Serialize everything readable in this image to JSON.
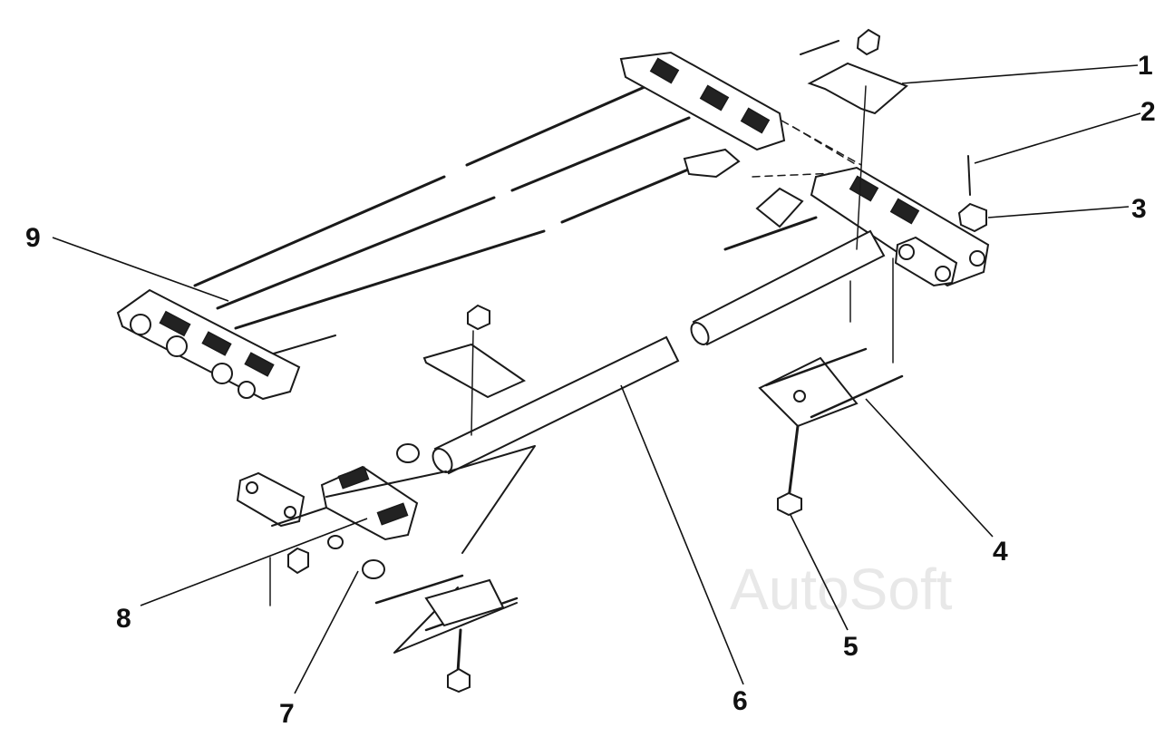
{
  "callouts": [
    {
      "id": "1",
      "label": "1"
    },
    {
      "id": "2",
      "label": "2"
    },
    {
      "id": "3",
      "label": "3"
    },
    {
      "id": "4",
      "label": "4"
    },
    {
      "id": "5",
      "label": "5"
    },
    {
      "id": "6",
      "label": "6"
    },
    {
      "id": "7",
      "label": "7"
    },
    {
      "id": "8",
      "label": "8"
    },
    {
      "id": "9",
      "label": "9"
    }
  ],
  "watermark": "AutoSoft",
  "colors": {
    "ink": "#1a1a1a",
    "paper": "#ffffff",
    "watermark": "#e8e8e8"
  }
}
